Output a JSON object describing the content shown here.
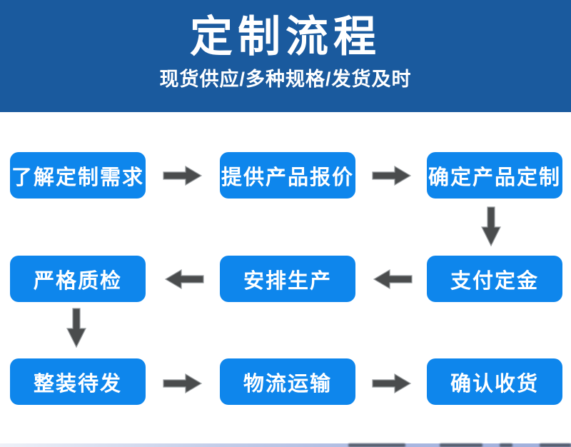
{
  "header": {
    "title": "定制流程",
    "subtitle": "现货供应/多种规格/发货及时",
    "background_color": "#1a5a9e",
    "text_color": "#ffffff"
  },
  "flow": {
    "box_color": "#0e86ec",
    "box_text_color": "#ffffff",
    "arrow_color": "#4a4c4d",
    "steps": [
      {
        "label": "了解定制需求"
      },
      {
        "label": "提供产品报价"
      },
      {
        "label": "确定产品定制"
      },
      {
        "label": "支付定金"
      },
      {
        "label": "安排生产"
      },
      {
        "label": "严格质检"
      },
      {
        "label": "整装待发"
      },
      {
        "label": "物流运输"
      },
      {
        "label": "确认收货"
      }
    ]
  }
}
